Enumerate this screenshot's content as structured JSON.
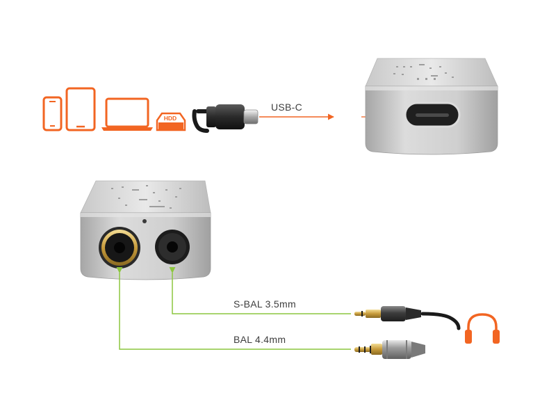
{
  "colors": {
    "accent_orange": "#f26522",
    "connector_green": "#8cc63f",
    "metal_light": "#d8d8d8",
    "metal_dark": "#9a9a9a"
  },
  "source_devices": [
    {
      "icon": "smartphone-icon"
    },
    {
      "icon": "tablet-icon"
    },
    {
      "icon": "laptop-icon"
    },
    {
      "icon": "hdd-icon",
      "text": "HDD"
    }
  ],
  "connections": {
    "usb_label": "USB-C",
    "sbal_label": "S-BAL 3.5mm",
    "bal_label": "BAL 4.4mm"
  },
  "output_device": {
    "icon": "headphones-icon"
  }
}
